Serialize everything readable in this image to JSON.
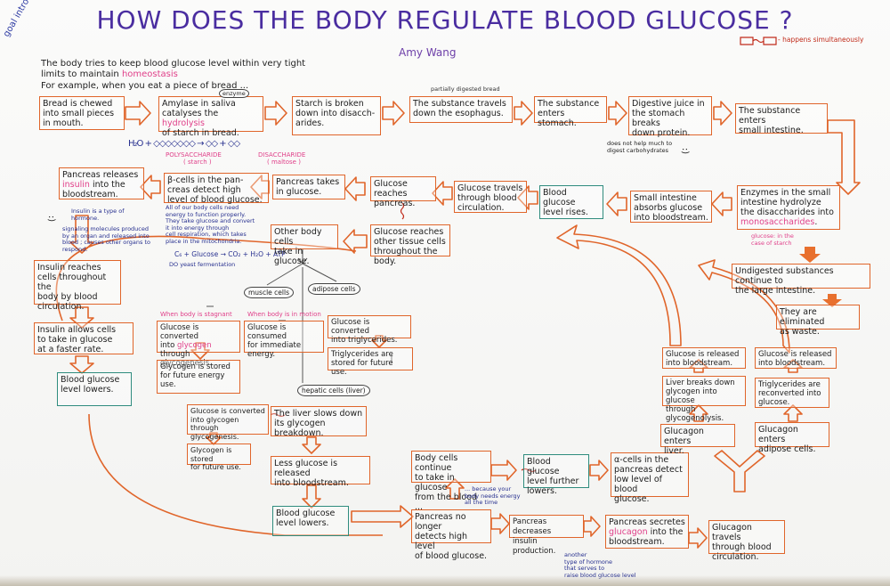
{
  "title": "HOW DOES THE BODY REGULATE BLOOD GLUCOSE ?",
  "author": "Amy Wang",
  "margin_note": "goal intro",
  "legend": "- happens simultaneously",
  "intro": {
    "line1": "The body tries to keep blood glucose level within very tight",
    "line2_prefix": "limits to maintain ",
    "line2_term": "homeostasis",
    "line3": "For example, when you eat a piece of bread ..."
  },
  "row1": {
    "bread": "Bread is chewed\ninto small pieces\nin mouth.",
    "amylase_a": "Amylase in saliva\ncatalyses the ",
    "amylase_term": "hydrolysis",
    "amylase_b": "\nof starch in bread.",
    "amylase_tag": "enzyme",
    "starch": "Starch is broken\ndown into disacch-\narides.",
    "esoph_note": "partially digested bread",
    "esoph": "The substance travels\ndown the esophagus.",
    "stomach": "The substance\nenters stomach.",
    "juice": "Digestive juice in\nthe stomach breaks\ndown protein.",
    "small": "The substance enters\nsmall intestine."
  },
  "chem": {
    "equation": "H₂O + ◇◇◇◇◇◇◇ → ◇◇ + ◇◇",
    "poly": "POLYSACCHARIDE",
    "poly_sub": "( starch )",
    "di": "DISACCHARIDE",
    "di_sub": "( maltose )"
  },
  "carb_note": "does not help much to\ndigest carbohydrates",
  "smiley": ":)",
  "row2": {
    "pancreas_rel_a": "Pancreas releases\n",
    "pancreas_rel_term": "insulin",
    "pancreas_rel_b": " into the\nbloodstream.",
    "bcells": "β-cells in the pan-\ncreas detect high\nlevel of blood glucose.",
    "pancreas_takes": "Pancreas takes\nin glucose.",
    "reaches_pancreas": "Glucose reaches\npancreas.",
    "travels": "Glucose travels\nthrough blood\ncirculation.",
    "rises": "Blood glucose\nlevel rises.",
    "absorbs": "Small intestine\nabsorbs glucose\ninto bloodstream.",
    "enzymes_a": "Enzymes in the small\nintestine hydrolyze\nthe disaccharides into\n",
    "enzymes_term": "monosaccharides",
    "enzymes_b": "."
  },
  "glucose_note": "glucose: in the\ncase of starch",
  "insulin_note": "Insulin is a type of\nhormone.",
  "hormone_note": "signaling molecules produced\nby an organ and released into\nblood ; causes other organs to\nrespond.",
  "resp_note": "All of our body cells need\nenergy to function properly.\nThey take glucose and convert\nit into energy through\ncell respiration, which takes\nplace in the mitochondria.",
  "resp_eq": "C₆ + Glucose → CO₂ + H₂O + ATP",
  "ferment_note": "DO yeast fermentation",
  "other_cells": "Other body cells\ntake in glucose.",
  "other_tissue": "Glucose reaches\nother tissue cells\nthroughout the body.",
  "undigested": "Undigested substances continue to\nthe large intestine.",
  "eliminated": "They are eliminated\nas waste.",
  "insulin_reaches": "Insulin reaches\ncells throughout the\nbody by blood\ncirculation.",
  "insulin_allows": "Insulin allows cells\nto take in glucose\nat a faster rate.",
  "bg_lowers": "Blood glucose\nlevel lowers.",
  "tags": {
    "muscle": "muscle cells",
    "adipose": "adipose cells",
    "hepatic": "hepatic cells (liver)"
  },
  "muscle": {
    "stag_head": "When body is stagnant",
    "motion_head": "When body is in motion",
    "stag_a": "Glucose is converted\ninto ",
    "stag_term": "glycogen",
    "stag_b": " through\nglycogenesis.",
    "motion": "Glucose is consumed\nfor immediate\nenergy.",
    "stored": "Glycogen is stored\nfor future energy\nuse."
  },
  "adipose": {
    "converted": "Glucose is converted\ninto triglycerides.",
    "stored": "Triglycerides are\nstored for future use."
  },
  "liver": {
    "converted": "Glucose is converted\ninto glycogen through\nglycogenesis.",
    "stored": "Glycogen is stored\nfor future use.",
    "slows": "The liver slows down\nits glycogen breakdown.",
    "less": "Less glucose is released\ninto bloodstream.",
    "lowers": "Blood glucose\nlevel lowers."
  },
  "bottom": {
    "continue": "Body cells continue\nto take in glucose\nfrom the blood ...",
    "because": "... because your\nbody needs energy\nall the time",
    "further": "Blood glucose\nlevel further\nlowers.",
    "alpha": "α-cells in the\npancreas detect\nlow level of blood\nglucose.",
    "no_longer": "Pancreas no longer\ndetects high level\nof blood glucose.",
    "decrease": "Pancreas decreases\ninsulin production.",
    "secretes_a": "Pancreas secretes\n",
    "secretes_term": "glucagon",
    "secretes_b": " into the\nbloodstream.",
    "glucagon_travels": "Glucagon travels\nthrough blood\ncirculation.",
    "another": "another\ntype of hormone\nthat serves to\nraise blood glucose level"
  },
  "right": {
    "released_liver": "Glucose is released\ninto bloodstream.",
    "released_adipose": "Glucose is released\ninto bloodstream.",
    "breaks": "Liver breaks down\nglycogen into glucose\nthrough glycogenolysis.",
    "reconverted": "Triglycerides are\nreconverted into\nglucose.",
    "enters_liver": "Glucagon enters\nliver.",
    "enters_adipose": "Glucagon enters\nadipose cells."
  }
}
